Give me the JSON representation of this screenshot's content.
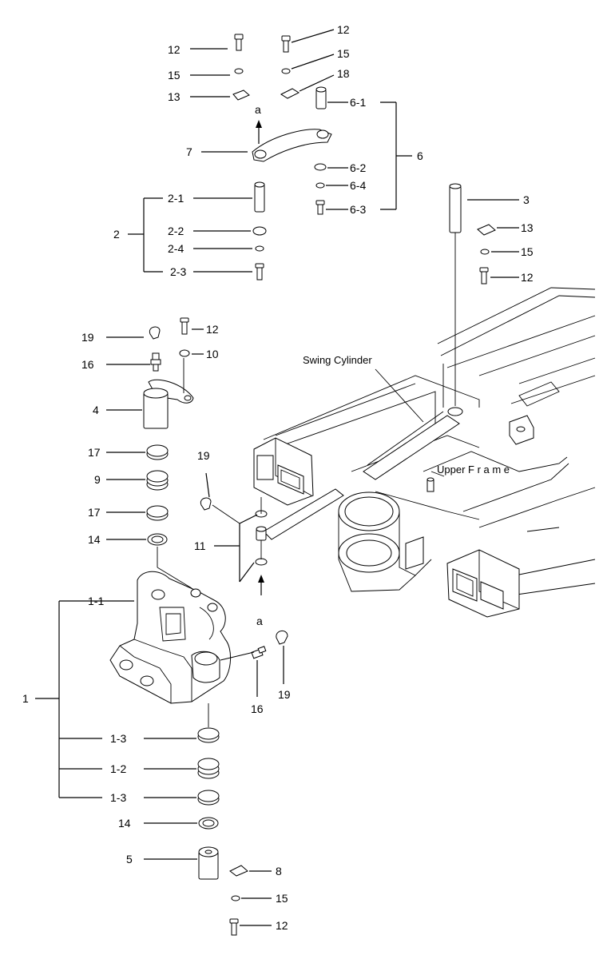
{
  "captions": {
    "swing_cylinder": "Swing Cylinder",
    "upper_frame": "Upper  F r a m e"
  },
  "labels": {
    "p12_top_left": "12",
    "p12_top_right": "12",
    "p15_top_left": "15",
    "p15_top_right": "15",
    "p13_top": "13",
    "p18": "18",
    "a_top": "a",
    "p6_1": "6-1",
    "p6": "6",
    "p7": "7",
    "p6_2": "6-2",
    "p6_4": "6-4",
    "p6_3": "6-3",
    "p2_1": "2-1",
    "p2": "2",
    "p2_2": "2-2",
    "p2_4": "2-4",
    "p2_3": "2-3",
    "p3": "3",
    "p13_right": "13",
    "p15_right": "15",
    "p12_right": "12",
    "p19_left": "19",
    "p12_mid": "12",
    "p16_left": "16",
    "p10": "10",
    "p4": "4",
    "p17_a": "17",
    "p9": "9",
    "p17_b": "17",
    "p14_a": "14",
    "p19_mid": "19",
    "p11": "11",
    "a_bottom": "a",
    "p1_1": "1-1",
    "p1": "1",
    "p16_right": "16",
    "p19_right": "19",
    "p1_3_a": "1-3",
    "p1_2": "1-2",
    "p1_3_b": "1-3",
    "p14_b": "14",
    "p5": "5",
    "p8": "8",
    "p15_bottom": "15",
    "p12_bottom": "12"
  }
}
